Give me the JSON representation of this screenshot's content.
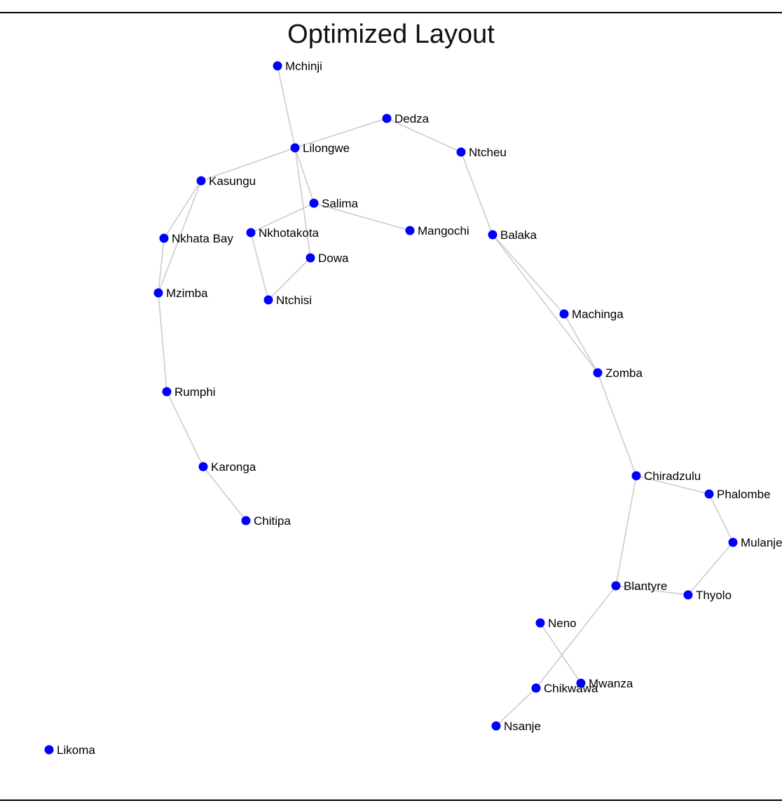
{
  "title": "Optimized Layout",
  "colors": {
    "node": "#0000ff",
    "edge": "#cccccc",
    "text": "#000000",
    "border": "#000000"
  },
  "nodes": [
    {
      "id": "Mchinji",
      "label": "Mchinji"
    },
    {
      "id": "Dedza",
      "label": "Dedza"
    },
    {
      "id": "Lilongwe",
      "label": "Lilongwe"
    },
    {
      "id": "Ntcheu",
      "label": "Ntcheu"
    },
    {
      "id": "Kasungu",
      "label": "Kasungu"
    },
    {
      "id": "Salima",
      "label": "Salima"
    },
    {
      "id": "Nkhata Bay",
      "label": "Nkhata Bay"
    },
    {
      "id": "Nkhotakota",
      "label": "Nkhotakota"
    },
    {
      "id": "Mangochi",
      "label": "Mangochi"
    },
    {
      "id": "Balaka",
      "label": "Balaka"
    },
    {
      "id": "Dowa",
      "label": "Dowa"
    },
    {
      "id": "Mzimba",
      "label": "Mzimba"
    },
    {
      "id": "Ntchisi",
      "label": "Ntchisi"
    },
    {
      "id": "Machinga",
      "label": "Machinga"
    },
    {
      "id": "Zomba",
      "label": "Zomba"
    },
    {
      "id": "Rumphi",
      "label": "Rumphi"
    },
    {
      "id": "Karonga",
      "label": "Karonga"
    },
    {
      "id": "Chiradzulu",
      "label": "Chiradzulu"
    },
    {
      "id": "Phalombe",
      "label": "Phalombe"
    },
    {
      "id": "Chitipa",
      "label": "Chitipa"
    },
    {
      "id": "Mulanje",
      "label": "Mulanje"
    },
    {
      "id": "Blantyre",
      "label": "Blantyre"
    },
    {
      "id": "Thyolo",
      "label": "Thyolo"
    },
    {
      "id": "Neno",
      "label": "Neno"
    },
    {
      "id": "Mwanza",
      "label": "Mwanza"
    },
    {
      "id": "Chikwawa",
      "label": "Chikwawa"
    },
    {
      "id": "Nsanje",
      "label": "Nsanje"
    },
    {
      "id": "Likoma",
      "label": "Likoma"
    }
  ],
  "edges": [
    [
      "Mchinji",
      "Lilongwe"
    ],
    [
      "Lilongwe",
      "Dedza"
    ],
    [
      "Dedza",
      "Ntcheu"
    ],
    [
      "Lilongwe",
      "Kasungu"
    ],
    [
      "Lilongwe",
      "Salima"
    ],
    [
      "Lilongwe",
      "Dowa"
    ],
    [
      "Kasungu",
      "Nkhata Bay"
    ],
    [
      "Salima",
      "Nkhotakota"
    ],
    [
      "Salima",
      "Mangochi"
    ],
    [
      "Ntcheu",
      "Balaka"
    ],
    [
      "Nkhotakota",
      "Ntchisi"
    ],
    [
      "Dowa",
      "Ntchisi"
    ],
    [
      "Nkhata Bay",
      "Mzimba"
    ],
    [
      "Kasungu",
      "Mzimba"
    ],
    [
      "Mzimba",
      "Rumphi"
    ],
    [
      "Balaka",
      "Machinga"
    ],
    [
      "Machinga",
      "Zomba"
    ],
    [
      "Balaka",
      "Zomba"
    ],
    [
      "Rumphi",
      "Karonga"
    ],
    [
      "Karonga",
      "Chitipa"
    ],
    [
      "Zomba",
      "Chiradzulu"
    ],
    [
      "Chiradzulu",
      "Phalombe"
    ],
    [
      "Chiradzulu",
      "Blantyre"
    ],
    [
      "Phalombe",
      "Mulanje"
    ],
    [
      "Mulanje",
      "Thyolo"
    ],
    [
      "Blantyre",
      "Thyolo"
    ],
    [
      "Blantyre",
      "Chikwawa"
    ],
    [
      "Neno",
      "Mwanza"
    ],
    [
      "Chikwawa",
      "Nsanje"
    ]
  ]
}
